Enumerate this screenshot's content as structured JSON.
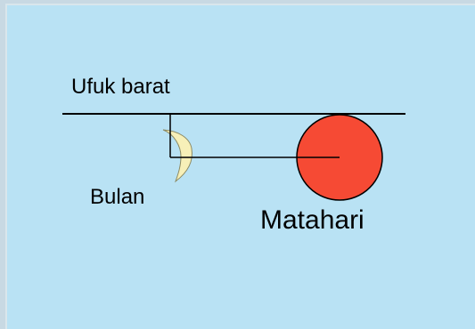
{
  "diagram": {
    "horizon_label": "Ufuk barat",
    "moon_label": "Bulan",
    "sun_label": "Matahari"
  },
  "colors": {
    "background": "#b9e2f4",
    "sun_fill": "#f64a34",
    "moon_fill": "#f7f0b8",
    "line": "#000000"
  }
}
